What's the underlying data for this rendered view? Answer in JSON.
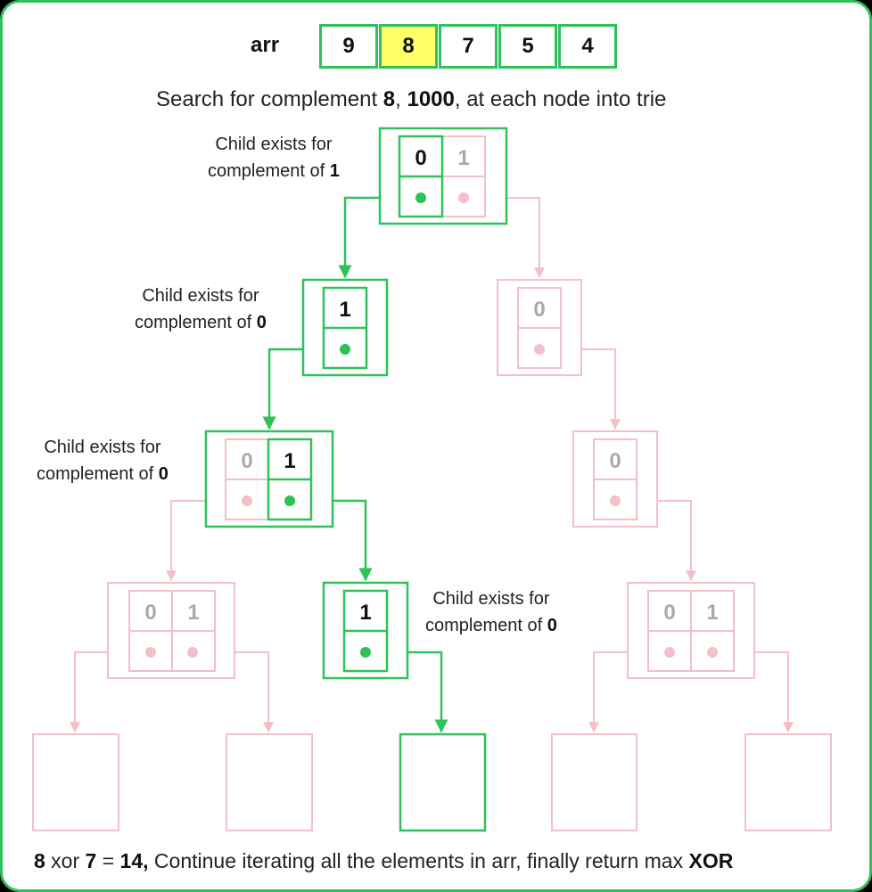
{
  "array": {
    "label": "arr",
    "values": [
      "9",
      "8",
      "7",
      "5",
      "4"
    ],
    "highlighted_index": 1
  },
  "header": {
    "text_before": "Search for complement ",
    "value_decimal": "8",
    "separator": ", ",
    "value_binary": "1000",
    "text_after": ", at each node into trie"
  },
  "notes": [
    {
      "line1": "Child exists for",
      "line2": "complement of ",
      "bit": "1"
    },
    {
      "line1": "Child exists for",
      "line2": "complement of ",
      "bit": "0"
    },
    {
      "line1": "Child exists for",
      "line2": "complement of ",
      "bit": "0"
    },
    {
      "line1": "Child exists for",
      "line2": "complement of ",
      "bit": "0"
    }
  ],
  "trie_bits": {
    "zero": "0",
    "one": "1"
  },
  "footer": {
    "a": "8",
    "op": " xor ",
    "b": "7",
    "eq": " = ",
    "result": "14,",
    "rest": " Continue iterating all the elements in arr, finally return max ",
    "last": "XOR"
  },
  "colors": {
    "active": "#2fc25b",
    "inactive": "#f2c0c6",
    "highlight": "#ffff66",
    "inactive_text": "#aaaaaa"
  }
}
